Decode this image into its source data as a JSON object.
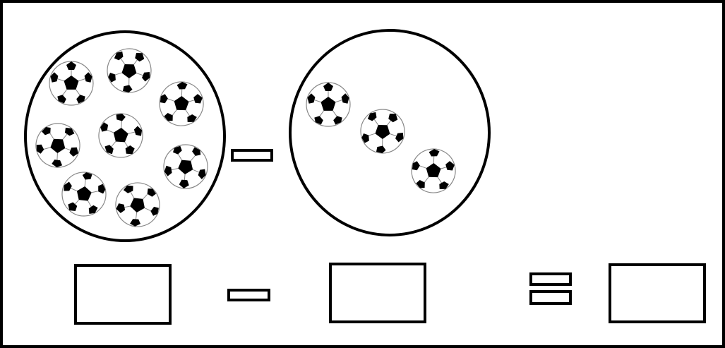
{
  "worksheet": {
    "colors": {
      "stroke": "#000000",
      "background": "#ffffff",
      "ball_patch": "#000000",
      "ball_seam": "#888888"
    },
    "minuend_group": {
      "ball_count": 8,
      "icon": "soccer-ball-icon"
    },
    "subtrahend_group": {
      "ball_count": 3,
      "icon": "soccer-ball-icon"
    },
    "picture_operator": "minus",
    "equation": {
      "boxes": [
        {
          "role": "minuend",
          "value": ""
        },
        {
          "role": "subtrahend",
          "value": ""
        },
        {
          "role": "result",
          "value": ""
        }
      ],
      "operators": [
        "minus",
        "equals"
      ]
    }
  }
}
